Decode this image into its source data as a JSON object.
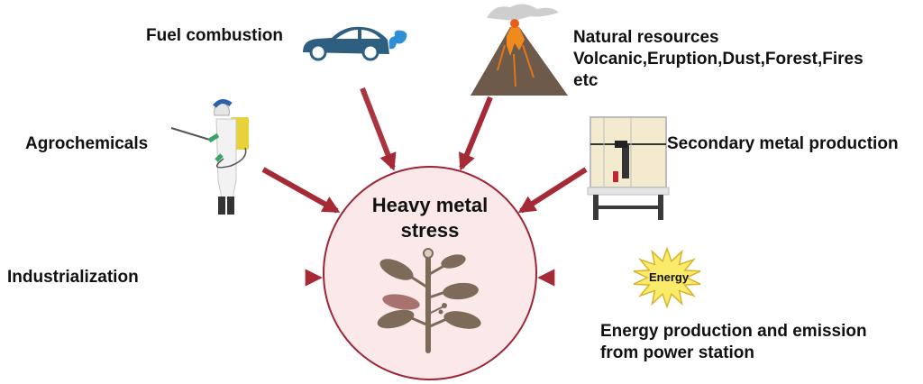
{
  "center": {
    "title_line1": "Heavy metal",
    "title_line2": "stress",
    "icon": "plant-icon"
  },
  "sources": {
    "fuel": {
      "label": "Fuel combustion",
      "icon": "car-exhaust-icon"
    },
    "natural": {
      "line1": "Natural resources",
      "line2": "Volcanic,Eruption,Dust,Forest,Fires",
      "line3": "etc",
      "icon": "volcano-icon"
    },
    "agro": {
      "label": "Agrochemicals",
      "icon": "sprayer-person-icon"
    },
    "secondary": {
      "label": "Secondary metal production",
      "icon": "fume-hood-icon"
    },
    "industrial": {
      "label": "Industrialization"
    },
    "energy": {
      "line1": "Energy production and emission",
      "line2": "from power station",
      "badge": "Energy",
      "icon": "energy-burst-icon"
    }
  },
  "colors": {
    "arrow": "#a52a36",
    "circle_fill": "#fbe8e8",
    "circle_stroke": "#9c2436",
    "plant": "#7d6a58",
    "car": "#2e5f80",
    "exhaust": "#2e8fd6",
    "energy_burst": "#fbeb6a"
  }
}
